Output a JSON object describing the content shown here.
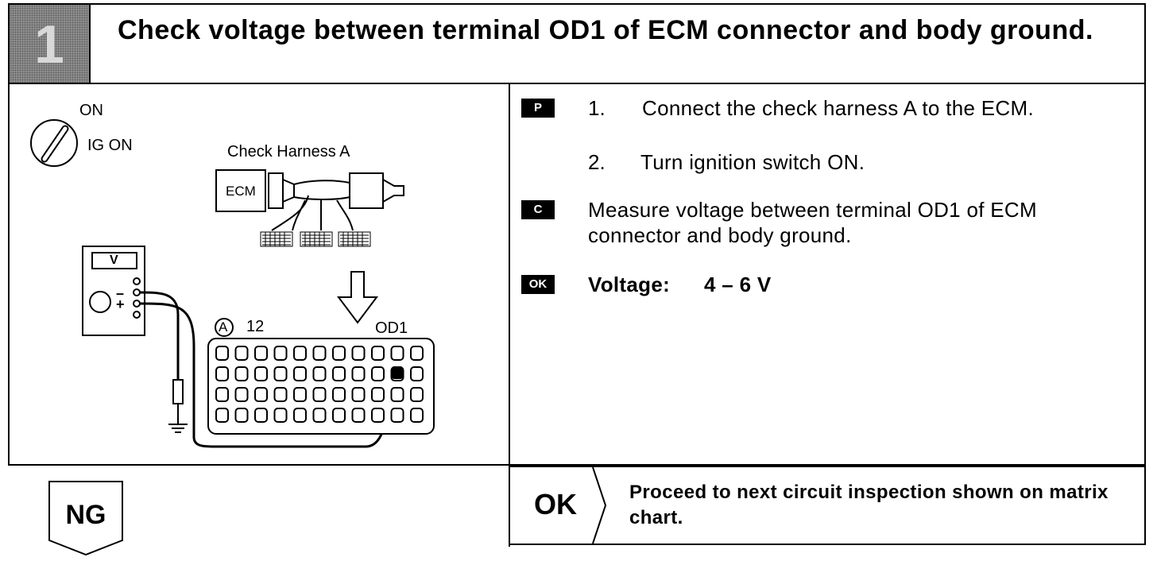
{
  "header": {
    "step_number": "1",
    "title": "Check voltage between terminal OD1 of ECM connector and body ground."
  },
  "diagram": {
    "ignition_on": "ON",
    "ignition_ig_on": "IG ON",
    "harness_label": "Check Harness A",
    "ecm_label": "ECM",
    "meter_label": "V",
    "minus_label": "–",
    "plus_label": "+",
    "connector_id": "A",
    "pin_number": "12",
    "terminal_label": "OD1"
  },
  "instructions": {
    "prep_badge": "P",
    "check_badge": "C",
    "ok_badge": "OK",
    "step1_num": "1.",
    "step1_text": "Connect the check harness A to the ECM.",
    "step2_num": "2.",
    "step2_text": "Turn ignition switch ON.",
    "check_text": "Measure voltage between terminal OD1 of ECM connector and body ground.",
    "spec_label": "Voltage:",
    "spec_value": "4 – 6 V"
  },
  "result": {
    "ok_label": "OK",
    "ok_text": "Proceed to next circuit inspection shown on matrix chart.",
    "ng_label": "NG"
  }
}
